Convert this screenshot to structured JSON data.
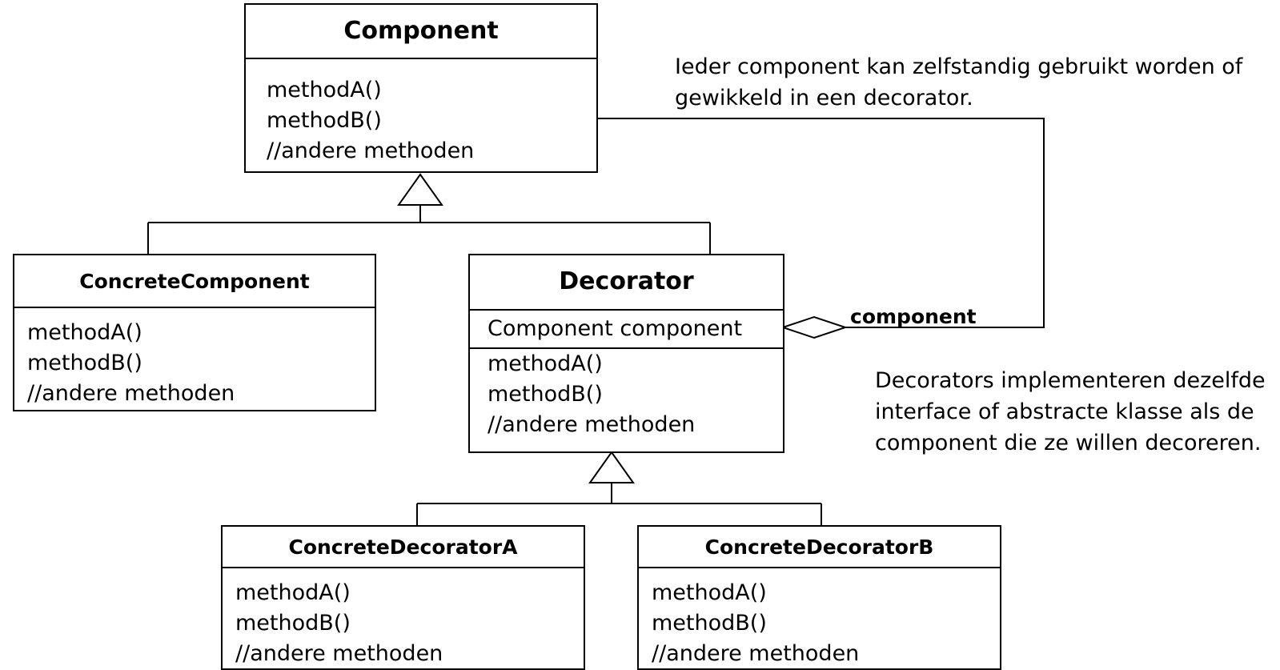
{
  "classes": {
    "component": {
      "name": "Component",
      "methods": [
        "methodA()",
        "methodB()",
        "//andere methoden"
      ]
    },
    "concrete_component": {
      "name": "ConcreteComponent",
      "methods": [
        "methodA()",
        "methodB()",
        "//andere methoden"
      ]
    },
    "decorator": {
      "name": "Decorator",
      "attribute": "Component component",
      "methods": [
        "methodA()",
        "methodB()",
        "//andere methoden"
      ]
    },
    "concrete_decorator_a": {
      "name": "ConcreteDecoratorA",
      "methods": [
        "methodA()",
        "methodB()",
        "//andere methoden"
      ]
    },
    "concrete_decorator_b": {
      "name": "ConcreteDecoratorB",
      "methods": [
        "methodA()",
        "methodB()",
        "//andere methoden"
      ]
    }
  },
  "association_label": "component",
  "notes": {
    "component_note": [
      "Ieder component kan zelfstandig gebruikt worden of",
      "gewikkeld in een decorator."
    ],
    "decorator_note": [
      "Decorators implementeren dezelfde",
      "interface of abstracte klasse als de",
      "component die ze willen decoreren."
    ]
  }
}
